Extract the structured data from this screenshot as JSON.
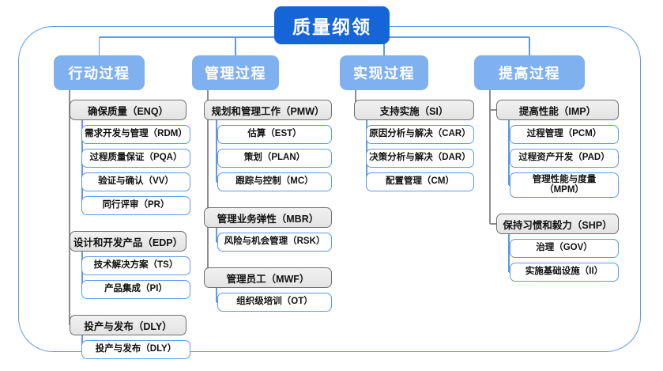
{
  "diagram": {
    "title": "质量纲领",
    "frame_color": "#5B9BEA",
    "title_color": "#1565D8",
    "category_color": "#7FB0F0",
    "columns": [
      {
        "category": "行动过程",
        "groups": [
          {
            "label": "确保质量（ENQ）",
            "items": [
              "需求开发与管理（RDM）",
              "过程质量保证（PQA）",
              "验证与确认（VV）",
              "同行评审（PR）"
            ]
          },
          {
            "label": "设计和开发产品（EDP）",
            "items": [
              "技术解决方案（TS）",
              "产品集成（PI）"
            ]
          },
          {
            "label": "投产与发布（DLY）",
            "items": [
              "投产与发布（DLY）"
            ]
          }
        ]
      },
      {
        "category": "管理过程",
        "groups": [
          {
            "label": "规划和管理工作（PMW）",
            "items": [
              "估算（EST）",
              "策划（PLAN）",
              "跟踪与控制（MC）"
            ]
          },
          {
            "label": "管理业务弹性（MBR）",
            "items": [
              "风险与机会管理（RSK）"
            ]
          },
          {
            "label": "管理员工（MWF）",
            "items": [
              "组织级培训（OT）"
            ]
          }
        ]
      },
      {
        "category": "实现过程",
        "groups": [
          {
            "label": "支持实施（SI）",
            "items": [
              "原因分析与解决（CAR）",
              "决策分析与解决（DAR）",
              "配置管理（CM）"
            ]
          }
        ]
      },
      {
        "category": "提高过程",
        "groups": [
          {
            "label": "提高性能（IMP）",
            "items": [
              "过程管理（PCM）",
              "过程资产开发（PAD）",
              "管理性能与度量\n（MPM）"
            ]
          },
          {
            "label": "保持习惯和毅力（SHP）",
            "items": [
              "治理（GOV）",
              "实施基础设施（II）"
            ]
          }
        ]
      }
    ]
  }
}
